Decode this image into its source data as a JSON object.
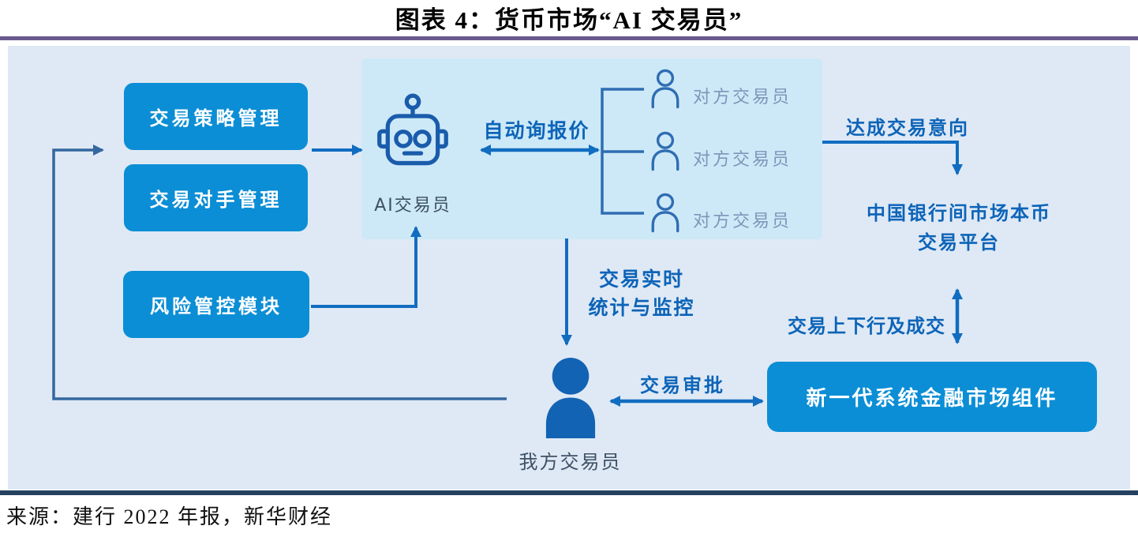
{
  "figure": {
    "title": "图表 4：货币市场“AI 交易员”",
    "source": "来源：建行 2022 年报，新华财经"
  },
  "diagram": {
    "left_modules": [
      {
        "label": "交易策略管理"
      },
      {
        "label": "交易对手管理"
      },
      {
        "label": "风险管控模块"
      }
    ],
    "ai_trader": {
      "label": "AI交易员",
      "icon": "robot-icon"
    },
    "quote_label": "自动询报价",
    "counterparties": [
      {
        "label": "对方交易员",
        "icon": "person-outline-icon"
      },
      {
        "label": "对方交易员",
        "icon": "person-outline-icon"
      },
      {
        "label": "对方交易员",
        "icon": "person-outline-icon"
      }
    ],
    "intent_label": "达成交易意向",
    "platform_line1": "中国银行间市场本币",
    "platform_line2": "交易平台",
    "updown_label": "交易上下行及成交",
    "system_box_label": "新一代系统金融市场组件",
    "monitor_line1": "交易实时",
    "monitor_line2": "统计与监控",
    "our_trader": {
      "label": "我方交易员",
      "icon": "person-solid-icon"
    },
    "approval_label": "交易审批"
  },
  "colors": {
    "module_box": "#0b8ed5",
    "panel_bg": "#cde9f8",
    "canvas_bg": "#dfe9f5",
    "arrow_blue": "#116dc0",
    "loop_line": "#34679f",
    "label_blue": "#0d64b8",
    "counterparty_text": "#7e95b8",
    "dark_label": "#3d5064",
    "title_rule": "#6a5a8e",
    "bottom_rule": "#24415f"
  }
}
